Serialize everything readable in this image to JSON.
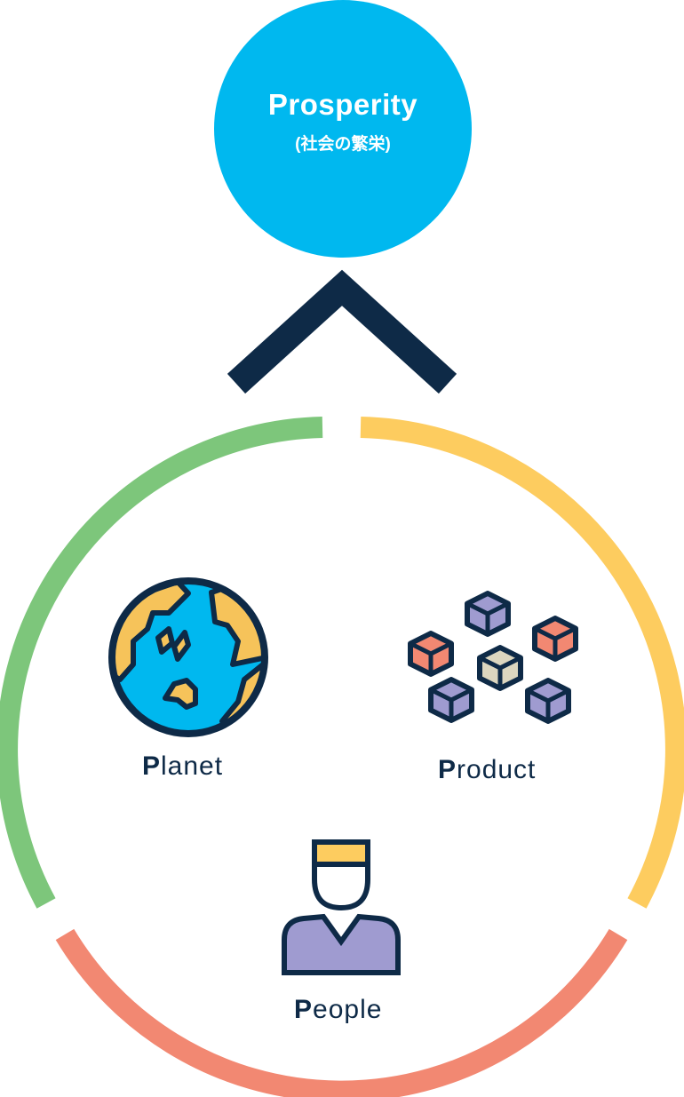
{
  "prosperity": {
    "title": "Prosperity",
    "subtitle": "(社会の繁栄)"
  },
  "pillars": [
    {
      "initial": "P",
      "rest": "lanet",
      "icon": "globe-icon"
    },
    {
      "initial": "P",
      "rest": "roduct",
      "icon": "cubes-icon"
    },
    {
      "initial": "P",
      "rest": "eople",
      "icon": "person-icon"
    }
  ],
  "colors": {
    "prosperity_circle": "#00b8ef",
    "chevron": "#0e2a47",
    "arc_planet": "#7dc67b",
    "arc_product": "#fdcc5f",
    "arc_people": "#f28872",
    "ocean": "#00b8ef",
    "land": "#f6c35a",
    "outline": "#0e2a47",
    "cube_orange": "#f28872",
    "cube_purple": "#9f9bd0",
    "cube_beige": "#dcd6bf",
    "hair": "#fdcc5f",
    "shirt": "#9f9bd0"
  }
}
